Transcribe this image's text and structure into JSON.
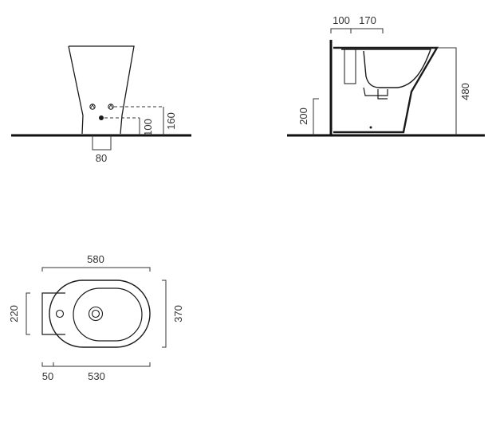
{
  "front_view": {
    "dim_width_rough_in": "80",
    "dim_height_inlet": "100",
    "dim_height_outlet": "160"
  },
  "side_view": {
    "dim_top_left": "100",
    "dim_top_right": "170",
    "dim_height_wall": "200",
    "dim_height_total": "480"
  },
  "plan_view": {
    "dim_length_total": "580",
    "dim_length_bowl": "530",
    "dim_offset_back": "50",
    "dim_width_back": "220",
    "dim_width_total": "370"
  },
  "colors": {
    "line": "#1a1a1a",
    "dim": "#333333",
    "floor": "#111111"
  }
}
